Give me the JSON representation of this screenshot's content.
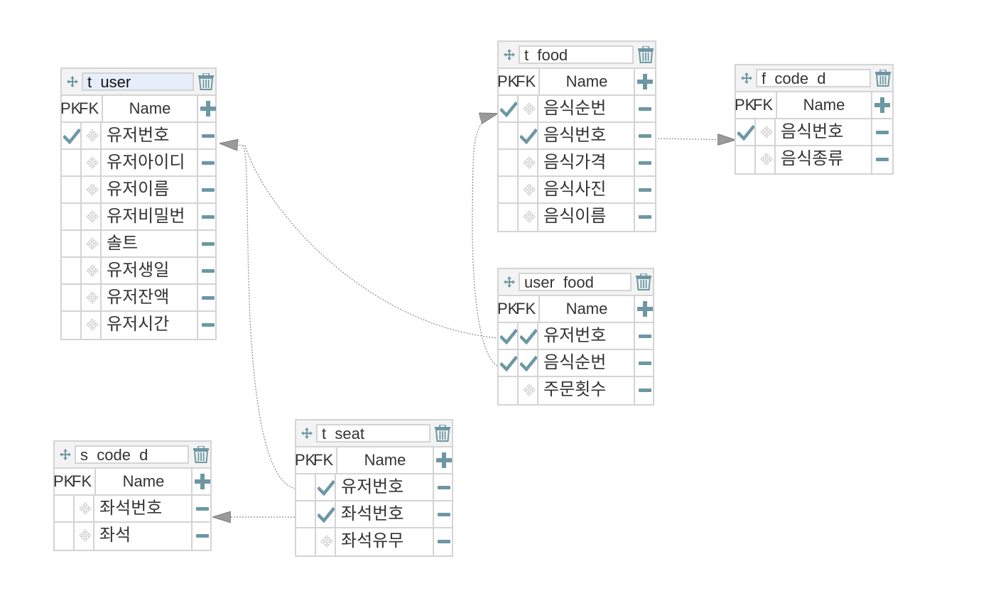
{
  "colors": {
    "accent": "#6d97a3",
    "border": "#d4d4d4",
    "header_bg": "#f3f3f3",
    "drag_handle": "#c9c9c9",
    "relation_line": "#8a8a8a",
    "arrow_fill": "#9a9a9a"
  },
  "column_headers": {
    "pk": "PK",
    "fk": "FK",
    "name": "Name"
  },
  "icons": {
    "move": "move-arrows-icon",
    "delete_table": "trash-icon",
    "add_column": "plus-icon",
    "remove_column": "minus-icon",
    "primary_key": "checkmark-icon",
    "foreign_key": "checkmark-icon",
    "reorder": "drag-handle-icon"
  },
  "tables": [
    {
      "id": "t_user",
      "title": "t_user",
      "focused": true,
      "columns": [
        {
          "name": "유저번호",
          "pk": true,
          "fk": false
        },
        {
          "name": "유저아이디",
          "pk": false,
          "fk": false
        },
        {
          "name": "유저이름",
          "pk": false,
          "fk": false
        },
        {
          "name": "유저비밀번",
          "pk": false,
          "fk": false
        },
        {
          "name": "솔트",
          "pk": false,
          "fk": false
        },
        {
          "name": "유저생일",
          "pk": false,
          "fk": false
        },
        {
          "name": "유저잔액",
          "pk": false,
          "fk": false
        },
        {
          "name": "유저시간",
          "pk": false,
          "fk": false
        }
      ]
    },
    {
      "id": "t_food",
      "title": "t_food",
      "focused": false,
      "columns": [
        {
          "name": "음식순번",
          "pk": true,
          "fk": false
        },
        {
          "name": "음식번호",
          "pk": false,
          "fk": true
        },
        {
          "name": "음식가격",
          "pk": false,
          "fk": false
        },
        {
          "name": "음식사진",
          "pk": false,
          "fk": false
        },
        {
          "name": "음식이름",
          "pk": false,
          "fk": false
        }
      ]
    },
    {
      "id": "f_code_d",
      "title": "f_code_d",
      "focused": false,
      "columns": [
        {
          "name": "음식번호",
          "pk": true,
          "fk": false
        },
        {
          "name": "음식종류",
          "pk": false,
          "fk": false
        }
      ]
    },
    {
      "id": "user_food",
      "title": "user_food",
      "focused": false,
      "columns": [
        {
          "name": "유저번호",
          "pk": true,
          "fk": true
        },
        {
          "name": "음식순번",
          "pk": true,
          "fk": true
        },
        {
          "name": "주문횟수",
          "pk": false,
          "fk": false
        }
      ]
    },
    {
      "id": "t_seat",
      "title": "t_seat",
      "focused": false,
      "columns": [
        {
          "name": "유저번호",
          "pk": false,
          "fk": true
        },
        {
          "name": "좌석번호",
          "pk": false,
          "fk": true
        },
        {
          "name": "좌석유무",
          "pk": false,
          "fk": false
        }
      ]
    },
    {
      "id": "s_code_d",
      "title": "s_code_d",
      "focused": false,
      "columns": [
        {
          "name": "좌석번호",
          "pk": false,
          "fk": false
        },
        {
          "name": "좌석",
          "pk": false,
          "fk": false
        }
      ]
    }
  ],
  "relations": [
    {
      "from": "user_food",
      "from_column": "유저번호",
      "to": "t_user",
      "to_column": "유저번호"
    },
    {
      "from": "user_food",
      "from_column": "음식순번",
      "to": "t_food",
      "to_column": "음식순번"
    },
    {
      "from": "t_seat",
      "from_column": "유저번호",
      "to": "t_user",
      "to_column": "유저번호"
    },
    {
      "from": "t_seat",
      "from_column": "좌석번호",
      "to": "s_code_d",
      "to_column": "좌석번호"
    },
    {
      "from": "t_food",
      "from_column": "음식번호",
      "to": "f_code_d",
      "to_column": "음식번호"
    }
  ]
}
